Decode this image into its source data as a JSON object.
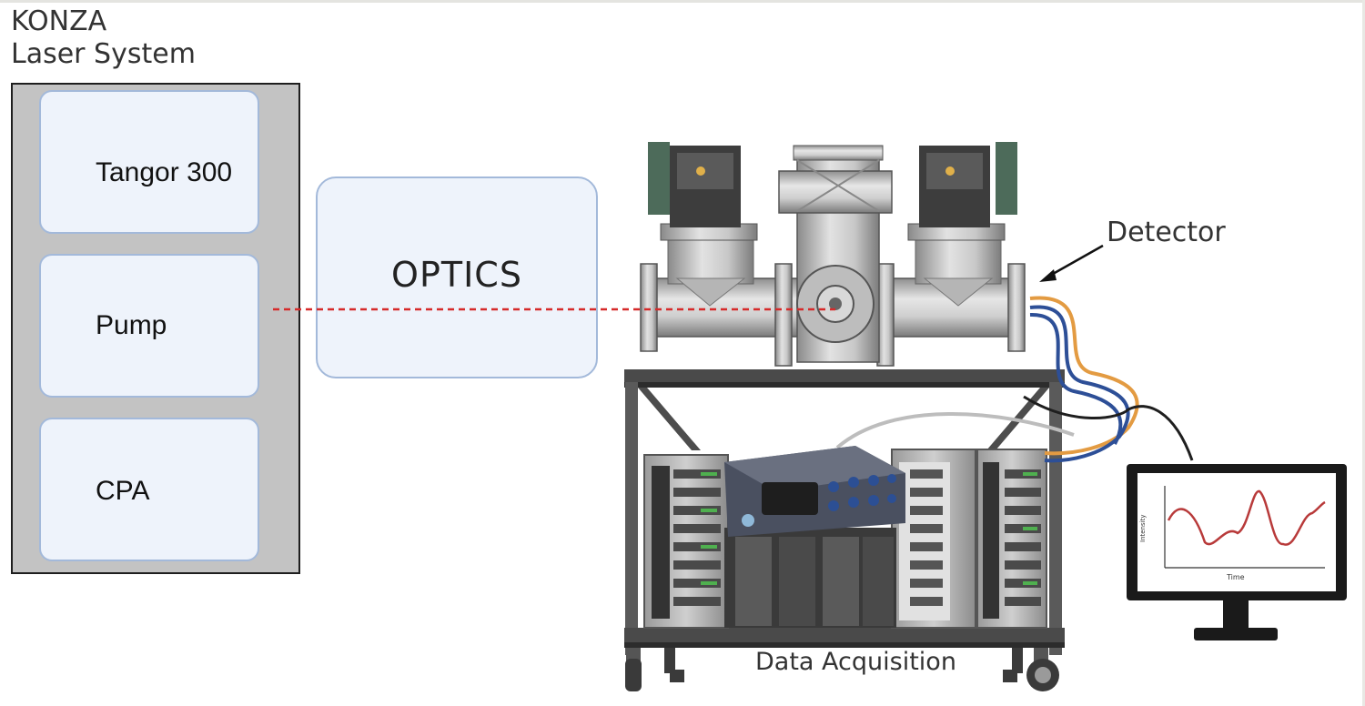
{
  "system": {
    "title_line1": "KONZA",
    "title_line2": "Laser System",
    "modules": [
      {
        "label": "Tangor 300"
      },
      {
        "label": "Pump"
      },
      {
        "label": "CPA"
      }
    ]
  },
  "optics": {
    "label": "OPTICS"
  },
  "labels": {
    "detector": "Detector",
    "data_acquisition": "Data Acquisition"
  },
  "monitor": {
    "ylabel": "Intensity",
    "xlabel": "Time"
  },
  "colors": {
    "module_fill": "#eef3fb",
    "module_border": "#a3b9da",
    "laser_panel": "#c3c3c3",
    "beam": "#d62a2a",
    "plot_line": "#b83a3a",
    "cable_orange": "#e39b42",
    "cable_blue": "#2d4f97"
  }
}
